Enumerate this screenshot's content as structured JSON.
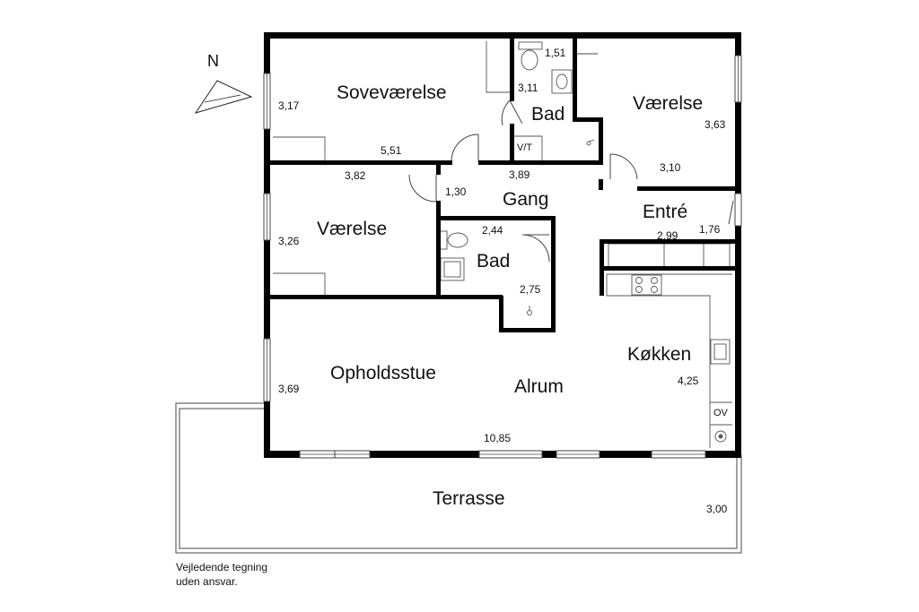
{
  "compass": {
    "label": "N"
  },
  "rooms": {
    "sovevaerelse": "Soveværelse",
    "bad_top": "Bad",
    "vaerelse_top": "Værelse",
    "gang": "Gang",
    "entre": "Entré",
    "vaerelse_mid": "Værelse",
    "bad_mid": "Bad",
    "koekken": "Køkken",
    "opholdsstue": "Opholdsstue",
    "alrum": "Alrum",
    "terrasse": "Terrasse"
  },
  "fixtures": {
    "vt": "V/T",
    "ov": "OV"
  },
  "dimensions": {
    "sov_h": "3,17",
    "sov_w": "5,51",
    "bad_top_w": "1,51",
    "bad_top_h": "3,11",
    "vaer_top_h": "3,63",
    "vaer_top_w": "3,10",
    "vaer_mid_w": "3,82",
    "gang_w": "3,89",
    "gang_h": "1,30",
    "vaer_mid_h": "3,26",
    "bad_mid_w": "2,44",
    "bad_mid_h": "2,75",
    "entre_w": "2,99",
    "entre_h": "1,76",
    "ophold_h": "3,69",
    "koekken_h": "4,25",
    "alrum_w": "10,85",
    "terrasse_h": "3,00"
  },
  "note": {
    "line1": "Vejledende tegning",
    "line2": "uden ansvar."
  }
}
